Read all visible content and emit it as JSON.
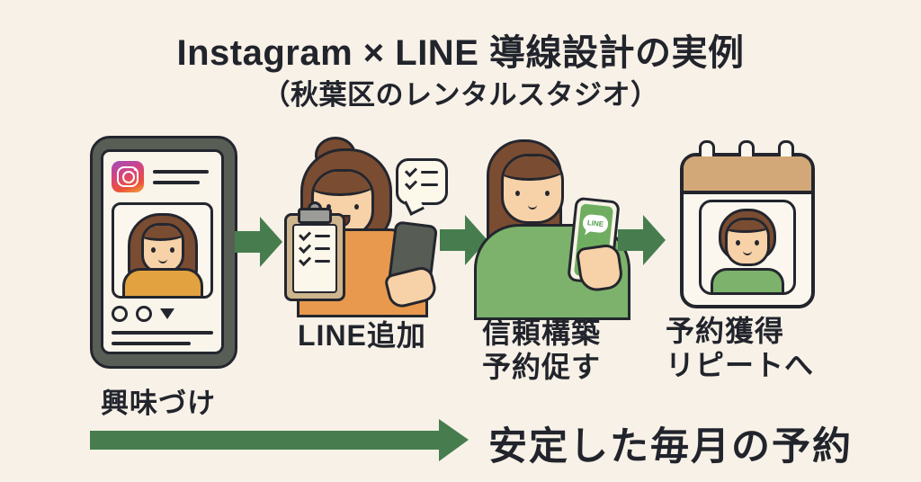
{
  "title": "Instagram × LINE 導線設計の実例",
  "subtitle": "（秋葉区のレンタルスタジオ）",
  "flow": {
    "steps": [
      {
        "id": "instagram-post",
        "label": "興味づけ"
      },
      {
        "id": "line-add",
        "label": "LINE追加"
      },
      {
        "id": "trust-building",
        "label": "信頼構築",
        "label2": "予約促す"
      },
      {
        "id": "booking",
        "label": "予約獲得",
        "label2": "リピートへ"
      }
    ]
  },
  "line_logo": "LINE",
  "summary": {
    "label": "安定した毎月の予約"
  },
  "colors": {
    "background": "#f7f1e7",
    "text": "#22242c",
    "arrow_green": "#477d4e",
    "line_screen_green": "#6fae60",
    "orange_shirt": "#e8994d",
    "green_shirt": "#7cb26b",
    "calendar_tan": "#d2a878",
    "instagram_gradient": [
      "#a04cbd",
      "#d6447e",
      "#ec5138",
      "#f0a93e"
    ]
  }
}
